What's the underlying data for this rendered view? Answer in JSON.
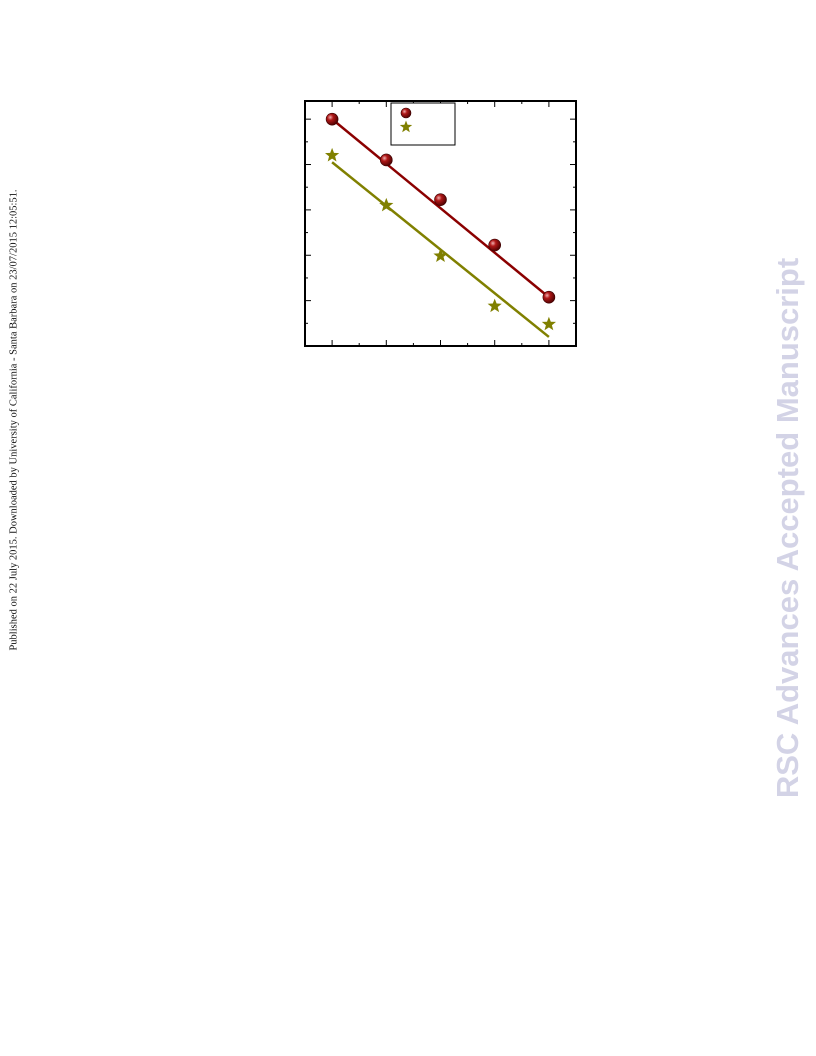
{
  "side_note": {
    "text": "Published on 22 July 2015. Downloaded by University of California - Santa Barbara on 23/07/2015 12:05:51."
  },
  "watermark": {
    "text": "RSC Advances Accepted Manuscript",
    "color": "#d3d3e6"
  },
  "chart_data": {
    "type": "scatter",
    "title": "",
    "xlabel": "",
    "ylabel": "",
    "xlim": [
      0.5,
      5.5
    ],
    "ylim": [
      0,
      10.8
    ],
    "x_ticks": [
      1,
      2,
      3,
      4,
      5
    ],
    "grid": false,
    "legend_position": "top",
    "series": [
      {
        "marker": "sphere",
        "color": "#8b0000",
        "x": [
          1,
          2,
          3,
          4,
          5
        ],
        "y": [
          10.0,
          8.2,
          6.45,
          4.45,
          2.15
        ],
        "fit_line": {
          "x": [
            1,
            5
          ],
          "y": [
            10.0,
            2.15
          ]
        }
      },
      {
        "marker": "star",
        "color": "#808000",
        "x": [
          1,
          2,
          3,
          4,
          5
        ],
        "y": [
          8.4,
          6.2,
          3.97,
          1.76,
          0.96
        ],
        "fit_line": {
          "x": [
            1,
            5
          ],
          "y": [
            8.1,
            0.4
          ]
        }
      }
    ]
  }
}
